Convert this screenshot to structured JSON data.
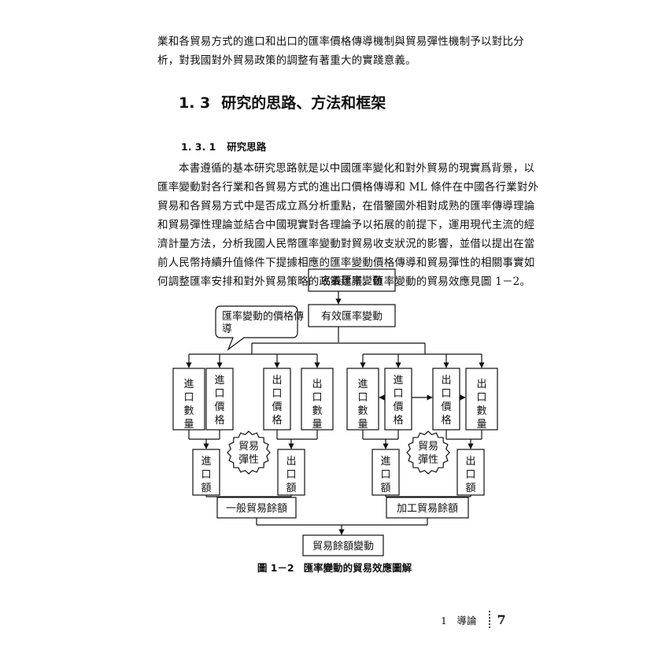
{
  "body_text": {
    "continuation_lines": [
      "業和各貿易方式的進口和出口的匯率價格傳導機制與貿易彈性機制予以對比分",
      "析，對我國對外貿易政策的調整有著重大的實踐意義。"
    ],
    "main_lines": [
      "本書遵循的基本研究思路就是以中國匯率變化和對外貿易的現實爲背景，以",
      "匯率變動對各行業和各貿易方式的進出口價格傳導和 ML 條件在中國各行業對外",
      "貿易和各貿易方式中是否成立爲分析重點，在借鑒國外相對成熟的匯率傳導理論",
      "和貿易彈性理論並結合中國現實對各理論予以拓展的前提下，運用現代主流的經",
      "濟計量方法，分析我國人民幣匯率變動對貿易收支狀況的影響，並借以提出在當",
      "前人民幣持續升值條件下提據相應的匯率變動價格傳導和貿易彈性的相關事實如",
      "何調整匯率安排和對外貿易策略的政策建議。匯率變動的貿易效應見圖 1－2。"
    ]
  },
  "section": {
    "number": "1. 3",
    "title": "研究的思路、方法和框架"
  },
  "subsection": {
    "number": "1. 3. 1",
    "title": "研究思路"
  },
  "diagram": {
    "top_box": "名義匯率變動",
    "effective_box": "有效匯率變動",
    "callout": [
      "匯率變動的價格傳",
      "導"
    ],
    "left": {
      "import_qty": "進口數量",
      "import_price": "進口價格",
      "export_price": "出口價格",
      "export_qty": "出口數量",
      "import_value": "進口額",
      "export_value": "出口額",
      "elasticity": [
        "貿易",
        "彈性"
      ],
      "balance": "一般貿易餘額"
    },
    "right": {
      "import_qty": "進口數量",
      "import_price": "進口價格",
      "export_price": "出口價格",
      "export_qty": "出口數量",
      "import_value": "進口額",
      "export_value": "出口額",
      "elasticity": [
        "貿易",
        "彈性"
      ],
      "balance": "加工貿易餘額"
    },
    "bottom_box": "貿易餘額變動"
  },
  "caption": {
    "number": "圖 1－2",
    "title": "匯率變動的貿易效應圖解"
  },
  "footer": {
    "chapter": "1　導論",
    "page": "7"
  }
}
